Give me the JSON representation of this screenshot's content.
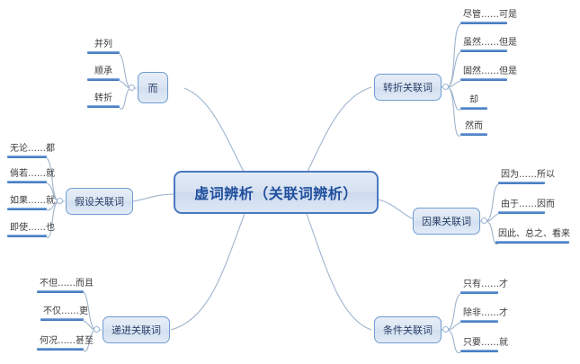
{
  "diagram": {
    "type": "mind-map",
    "root": {
      "label": "虚词辨析（关联词辨析）"
    },
    "colors": {
      "root_border": "#4a78c0",
      "root_text": "#1f4e9c",
      "branch_border": "#6e9bd2",
      "branch_text": "#2b3f66",
      "leaf_bar": "#3a6fb8",
      "connector": "#9fb4cd",
      "background": "#ffffff"
    },
    "branches": [
      {
        "id": "er",
        "label": "而",
        "side": "left",
        "leaves": [
          "并列",
          "顺承",
          "转折"
        ]
      },
      {
        "id": "jiashe",
        "label": "假设关联词",
        "side": "left",
        "leaves": [
          "无论……都",
          "倘若……就",
          "如果……就",
          "即使……也"
        ]
      },
      {
        "id": "dijin",
        "label": "递进关联词",
        "side": "left",
        "leaves": [
          "不但……而且",
          "不仅……更",
          "何况……甚至"
        ]
      },
      {
        "id": "zhuanzhe",
        "label": "转折关联词",
        "side": "right",
        "leaves": [
          "尽管……可是",
          "虽然……但是",
          "固然……但是",
          "却",
          "然而"
        ]
      },
      {
        "id": "yinguo",
        "label": "因果关联词",
        "side": "right",
        "leaves": [
          "因为……所以",
          "由于……因而",
          "因此、总之、看来"
        ]
      },
      {
        "id": "tiaojian",
        "label": "条件关联词",
        "side": "right",
        "leaves": [
          "只有……才",
          "除非……才",
          "只要……就"
        ]
      }
    ]
  }
}
